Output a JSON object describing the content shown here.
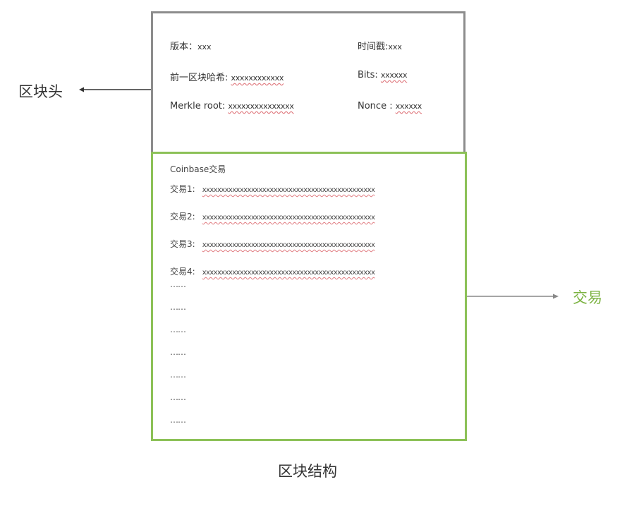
{
  "diagram": {
    "title": "区块结构",
    "block_header": {
      "label": "区块头",
      "fields": [
        {
          "label": "版本：",
          "value": "xxx"
        },
        {
          "label": "前一区块哈希: ",
          "value": "xxxxxxxxxxxx"
        },
        {
          "label": "Merkle root: ",
          "value": "xxxxxxxxxxxxxxx"
        },
        {
          "label": "时间戳:",
          "value": "xxx"
        },
        {
          "label": "Bits: ",
          "value": "xxxxxx"
        },
        {
          "label": "Nonce : ",
          "value": "xxxxxx"
        }
      ]
    },
    "transactions": {
      "label": "交易",
      "coinbase": "Coinbase交易",
      "items": [
        {
          "label": "交易1:",
          "value": "xxxxxxxxxxxxxxxxxxxxxxxxxxxxxxxxxxxxxxxxxxxxxx"
        },
        {
          "label": "交易2:",
          "value": "xxxxxxxxxxxxxxxxxxxxxxxxxxxxxxxxxxxxxxxxxxxxxx"
        },
        {
          "label": "交易3:",
          "value": "xxxxxxxxxxxxxxxxxxxxxxxxxxxxxxxxxxxxxxxxxxxxxx"
        },
        {
          "label": "交易4:",
          "value": "xxxxxxxxxxxxxxxxxxxxxxxxxxxxxxxxxxxxxxxxxxxxxx"
        }
      ],
      "ellipses": [
        "……",
        "……",
        "……",
        "……",
        "……",
        "……",
        "……"
      ]
    },
    "colors": {
      "header_border": "#8c8c8c",
      "tx_border": "#8cc157",
      "tx_label": "#7cb342",
      "underline": "#e07a80"
    }
  }
}
